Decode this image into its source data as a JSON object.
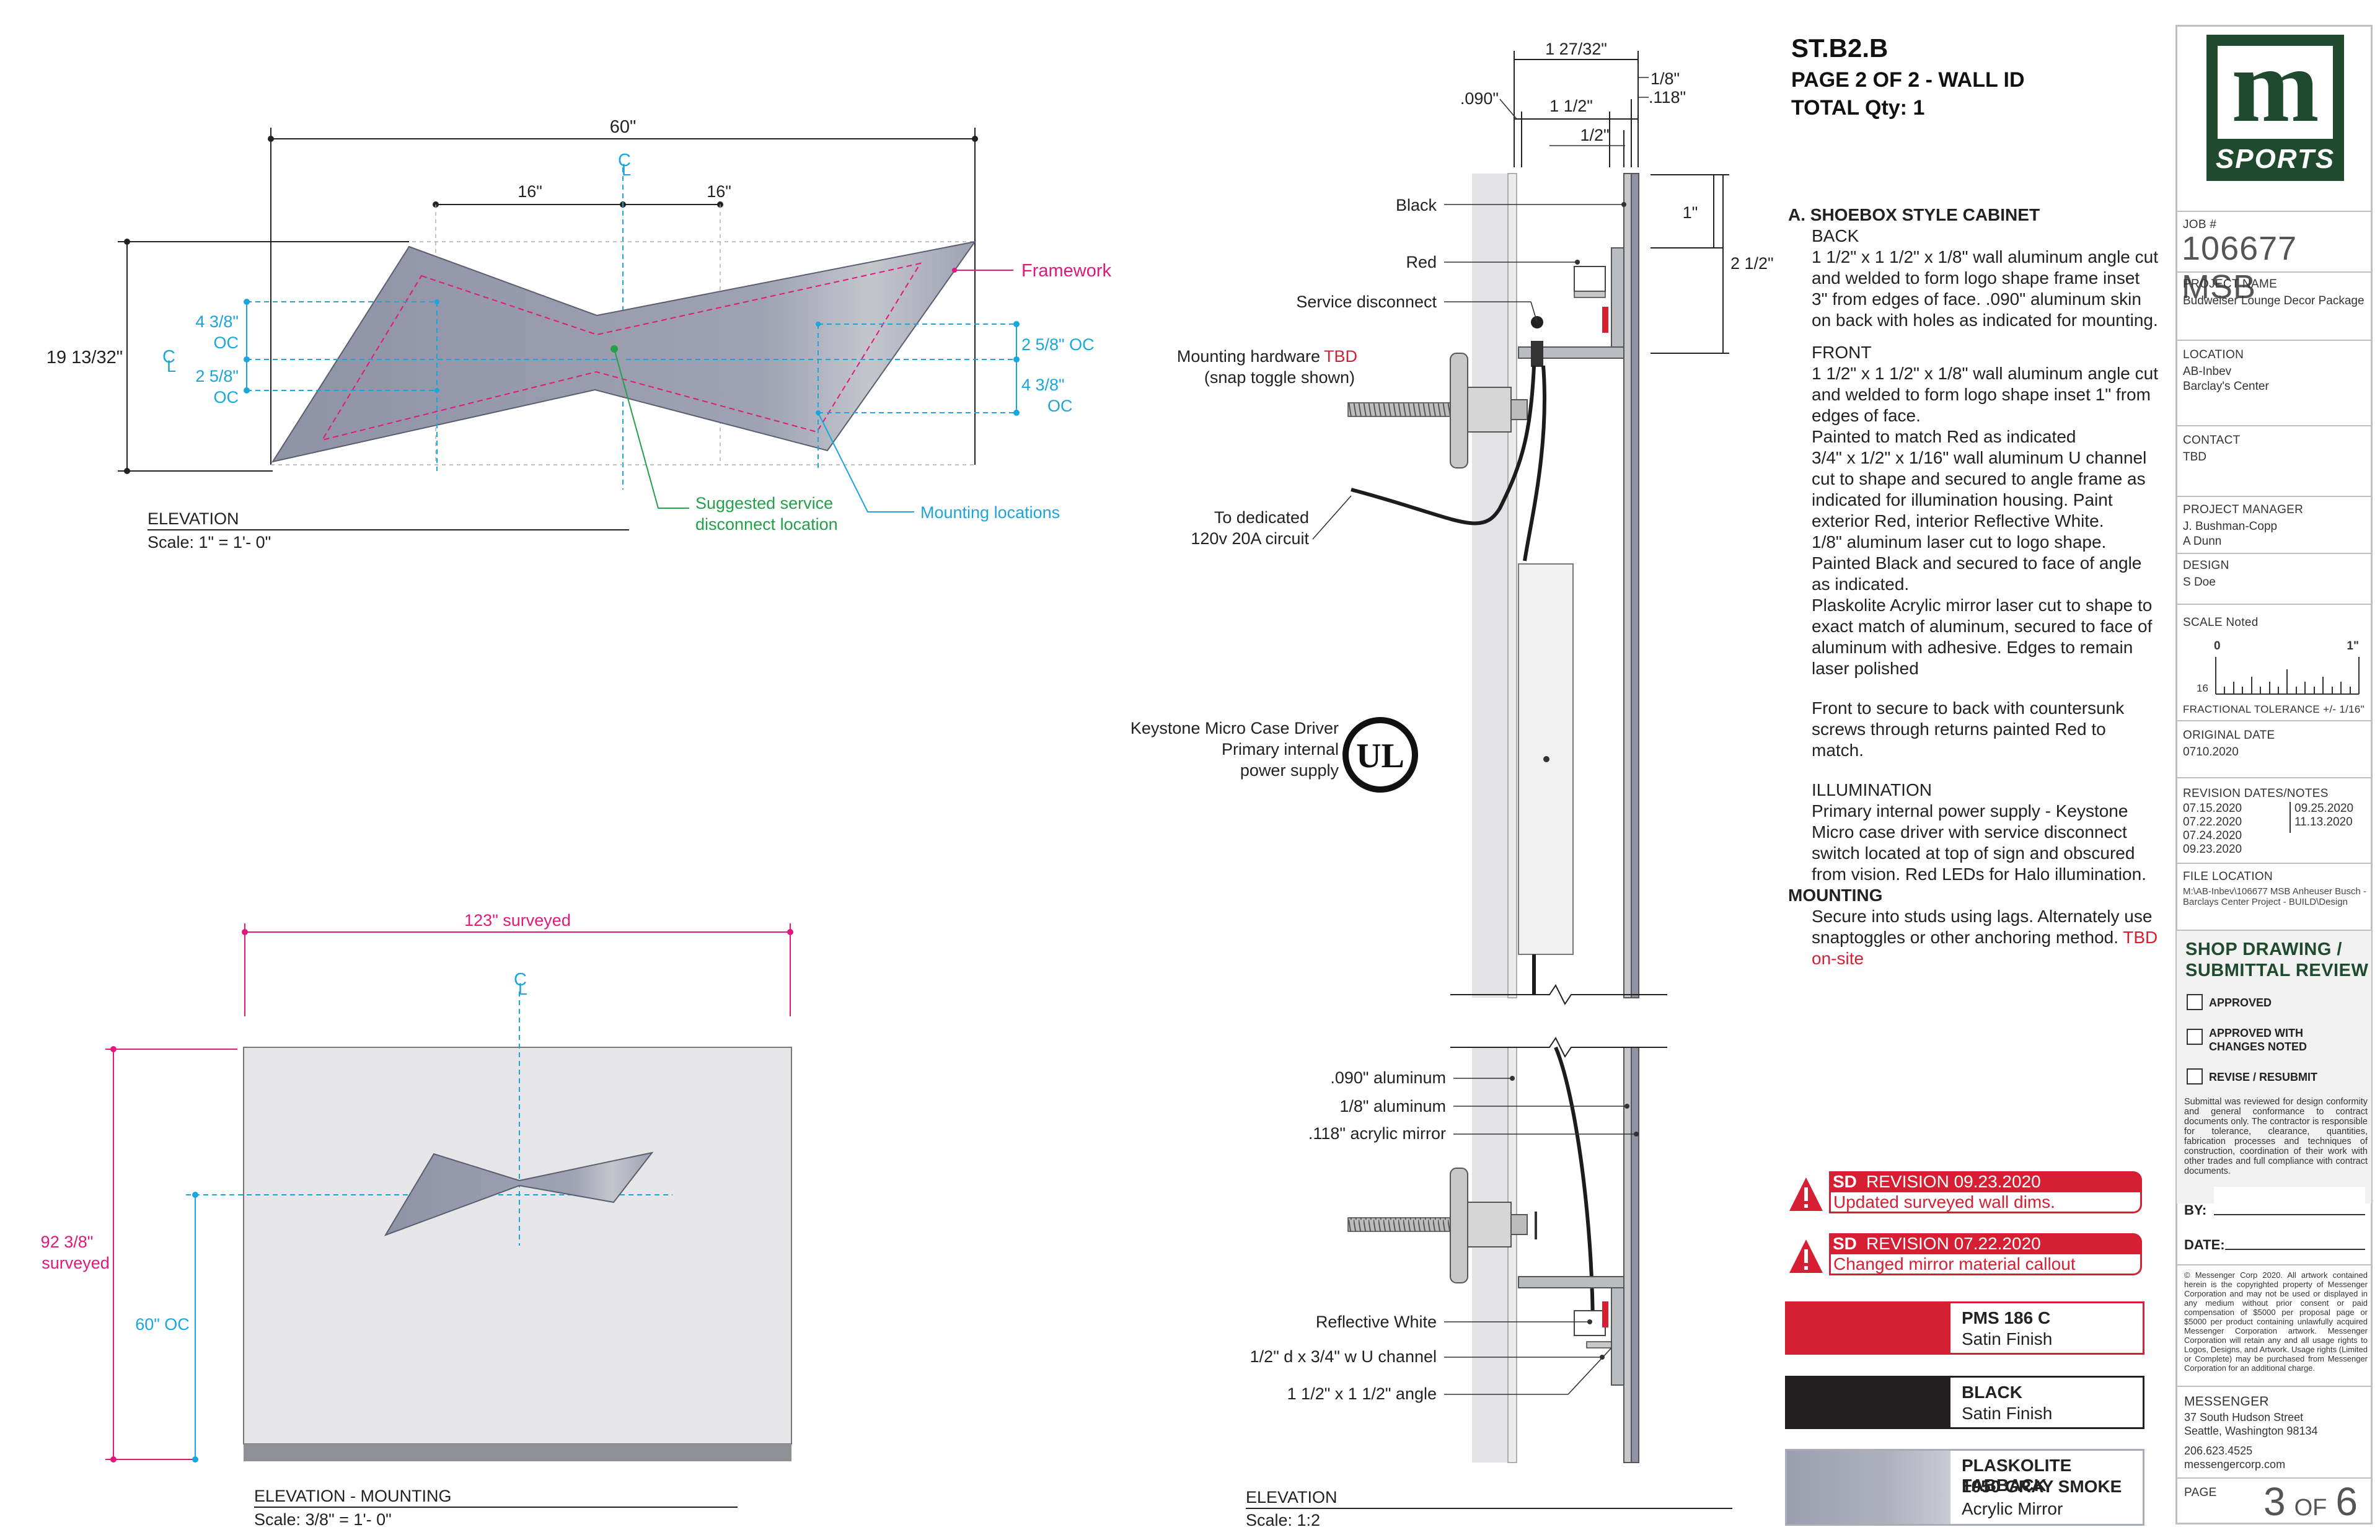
{
  "sheet": {
    "code": "ST.B2.B",
    "page_line": "PAGE 2 OF 2 - WALL ID",
    "qty_line": "TOTAL Qty: 1"
  },
  "elevation_top": {
    "dims": {
      "overall_width": "60\"",
      "left_16": "16\"",
      "right_16": "16\"",
      "height": "19 13/32\"",
      "left_upper": "4 3/8\"",
      "left_upper_oc": "OC",
      "left_lower": "2 5/8\"",
      "left_lower_oc": "OC",
      "right_upper": "2 5/8\" OC",
      "right_lower": "4 3/8\"",
      "right_lower_oc": "OC",
      "centerline": "C",
      "centerline_sub": "L"
    },
    "callouts": {
      "framework": "Framework",
      "service_1": "Suggested service",
      "service_2": "disconnect location",
      "mounting": "Mounting locations"
    },
    "title": "ELEVATION",
    "scale": "Scale: 1\" = 1'- 0\""
  },
  "elevation_mount": {
    "width": "123\" surveyed",
    "height_1": "92 3/8\"",
    "height_2": "surveyed",
    "oc": "60\" OC",
    "centerline": "C",
    "centerline_sub": "L",
    "title": "ELEVATION - MOUNTING",
    "scale": "Scale: 3/8\" = 1'- 0\""
  },
  "section": {
    "dims": {
      "top": "1 27/32\"",
      "d090": ".090\"",
      "d1_half": "1 1/2\"",
      "d_half": "1/2\"",
      "d1_8": "1/8\"",
      "d118": ".118\"",
      "d1": "1\"",
      "d2_half": "2 1/2\""
    },
    "labels": {
      "black": "Black",
      "red": "Red",
      "service": "Service disconnect",
      "mounting_1": "Mounting hardware",
      "mounting_tbd": "TBD",
      "mounting_2": "(snap toggle shown)",
      "dedicated_1": "To dedicated",
      "dedicated_2": "120v 20A circuit",
      "driver_1": "Keystone Micro Case Driver",
      "driver_2": "Primary internal",
      "driver_3": "power supply",
      "ul": "UL",
      "alum090": ".090\" aluminum",
      "alum18": "1/8\" aluminum",
      "acrylic": ".118\" acrylic mirror",
      "reflective": "Reflective White",
      "uchannel": "1/2\" d x 3/4\" w U channel",
      "angle": "1 1/2\" x 1 1/2\" angle"
    },
    "title": "ELEVATION",
    "scale": "Scale: 1:2"
  },
  "notes": {
    "heading": "A. SHOEBOX STYLE CABINET",
    "back_title": "BACK",
    "back_text": "1 1/2\" x 1 1/2\" x 1/8\" wall aluminum angle cut and welded to form logo shape frame inset 3\" from edges of face. .090\" aluminum skin on back with holes as indicated for mounting.",
    "front_title": "FRONT",
    "front_1": "1 1/2\" x 1 1/2\" x 1/8\" wall aluminum angle cut and welded to form logo shape inset 1\" from edges of face.",
    "front_2": "Painted to match Red as indicated",
    "front_3": "3/4\" x 1/2\" x 1/16\" wall aluminum U channel cut to shape and secured to angle frame as indicated for illumination housing.  Paint exterior Red, interior Reflective White.",
    "front_4": "1/8\" aluminum laser cut to logo shape. Painted Black and secured to face of angle as indicated.",
    "front_5": "Plaskolite Acrylic mirror laser cut to shape to exact match of aluminum, secured to face of aluminum with adhesive. Edges to remain laser polished",
    "front_6": "Front to secure to back with countersunk screws through returns painted Red to match.",
    "illum_title": "ILLUMINATION",
    "illum_text": "Primary internal power supply - Keystone Micro case driver with service disconnect switch located at top of sign and obscured from vision.  Red LEDs for Halo illumination.",
    "mount_title": "MOUNTING",
    "mount_text": "Secure into studs using lags.  Alternately use snaptoggles or other anchoring method.",
    "mount_tbd": "TBD on-site"
  },
  "revisions": [
    {
      "badge": "SD",
      "title": "REVISION 09.23.2020",
      "text": "Updated surveyed wall dims."
    },
    {
      "badge": "SD",
      "title": "REVISION 07.22.2020",
      "text": "Changed mirror material callout"
    }
  ],
  "swatches": [
    {
      "name": "PMS 186 C",
      "finish": "Satin Finish",
      "color": "#d71f33"
    },
    {
      "name": "BLACK",
      "finish": "Satin Finish",
      "color": "#231f20"
    },
    {
      "name": "PLASKOLITE FABBACK",
      "name2": "1050 GRAY SMOKE",
      "finish": "Acrylic Mirror",
      "color": "#a9adba"
    }
  ],
  "titleblock": {
    "logo_letter": "m",
    "logo_word": "SPORTS",
    "logo_color": "#1f4a2e",
    "job_label": "JOB #",
    "job": "106677 MSB",
    "project_label": "PROJECT NAME",
    "project": "Budweiser Lounge Decor Package",
    "location_label": "LOCATION",
    "location_1": "AB-Inbev",
    "location_2": "Barclay's Center",
    "contact_label": "CONTACT",
    "contact": "TBD",
    "pm_label": "PROJECT MANAGER",
    "pm_1": "J. Bushman-Copp",
    "pm_2": "A Dunn",
    "design_label": "DESIGN",
    "design": "S Doe",
    "scale_label": "SCALE",
    "scale_val": "Noted",
    "ruler_0": "0",
    "ruler_1": "1\"",
    "ruler_16": "16",
    "tolerance": "FRACTIONAL TOLERANCE +/- 1/16\"",
    "orig_label": "ORIGINAL DATE",
    "orig": "0710.2020",
    "rev_label": "REVISION DATES/NOTES",
    "rev_left": [
      "07.15.2020",
      "07.22.2020",
      "07.24.2020",
      "09.23.2020"
    ],
    "rev_right": [
      "09.25.2020",
      "11.13.2020"
    ],
    "file_label": "FILE LOCATION",
    "file": "M:\\AB-Inbev\\106677 MSB  Anheuser Busch - Barclays Center Project - BUILD\\Design",
    "review_1": "SHOP DRAWING /",
    "review_2": "SUBMITTAL REVIEW",
    "approved": "APPROVED",
    "approved_c1": "APPROVED WITH",
    "approved_c2": "CHANGES NOTED",
    "revise": "REVISE / RESUBMIT",
    "review_text": "Submittal was reviewed for design conformity and general conformance to contract documents only.  The contractor is responsible for tolerance, clearance, quantities, fabrication processes and techniques of construction, coordination of their work with other trades and full compliance with contract documents.",
    "by": "BY:",
    "date": "DATE:",
    "copyright": "© Messenger Corp 2020.  All artwork contained herein is the copyrighted property of Messenger Corporation and may not be used or displayed in any medium without prior consent or paid compensation of $5000 per proposal page or $5000 per product containing unlawfully acquired Messenger Corporation artwork.  Messenger Corporation will retain any and all usage rights to Logos, Designs, and Artwork.  Usage rights (Limited or Complete) may be purchased from Messenger Corporation for an additional charge.",
    "company": "MESSENGER",
    "addr_1": "37 South Hudson Street",
    "addr_2": "Seattle, Washington 98134",
    "phone": "206.623.4525",
    "web": "messengercorp.com",
    "page_label": "PAGE",
    "page_num": "3",
    "page_of": "OF",
    "page_total": "6"
  }
}
